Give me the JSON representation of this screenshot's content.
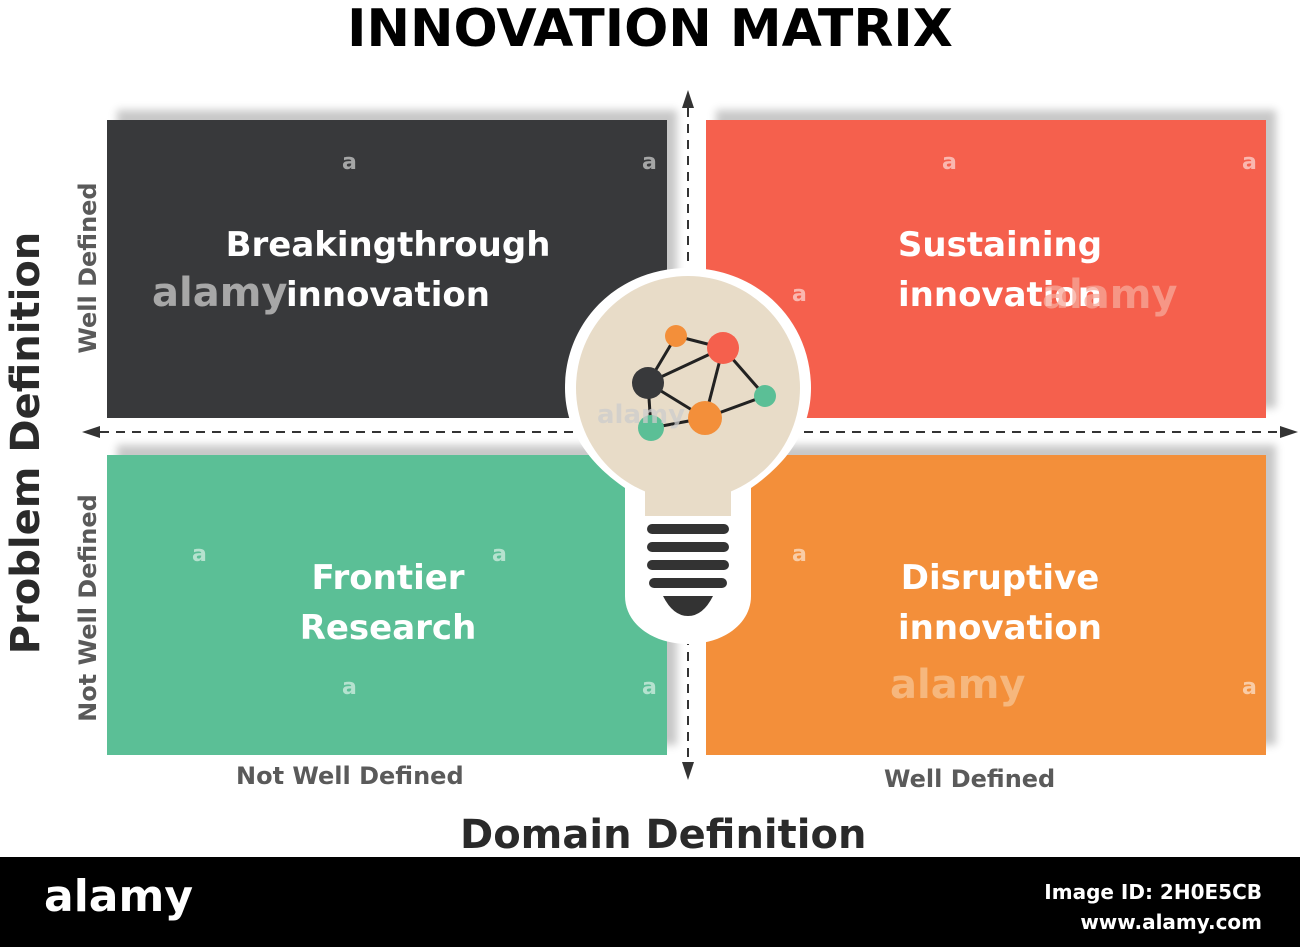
{
  "title": "INNOVATION MATRIX",
  "quadrants": {
    "top_left": {
      "line1": "Breakingthrough",
      "line2": "innovation",
      "color": "#38393b"
    },
    "top_right": {
      "line1": "Sustaining",
      "line2": "innovation",
      "color": "#f5604d"
    },
    "bottom_left": {
      "line1": "Frontier",
      "line2": "Research",
      "color": "#5bbf96"
    },
    "bottom_right": {
      "line1": "Disruptive",
      "line2": "innovation",
      "color": "#f38f3a"
    }
  },
  "y_axis": {
    "title": "Problem Definition",
    "top_label": "Well Defined",
    "bottom_label": "Not Well Defined"
  },
  "x_axis": {
    "title": "Domain Definition",
    "left_label": "Not Well Defined",
    "right_label": "Well Defined"
  },
  "center_icon": "lightbulb-network-icon",
  "watermark": {
    "text": "alamy",
    "small": "a"
  },
  "footer": {
    "logo": "alamy",
    "image_id": "Image ID: 2H0E5CB",
    "site": "www.alamy.com"
  }
}
